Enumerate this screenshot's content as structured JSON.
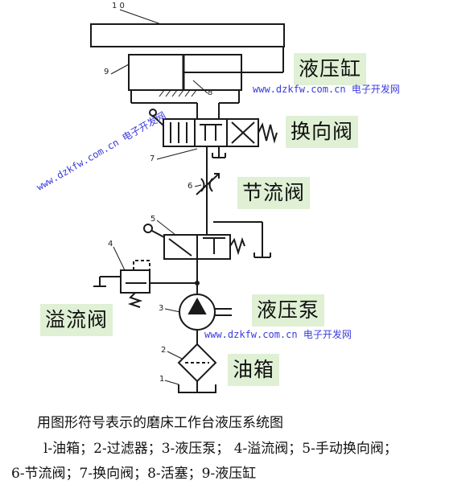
{
  "labels": {
    "cylinder": "液压缸",
    "directional_valve": "换向阀",
    "throttle_valve": "节流阀",
    "relief_valve": "溢流阀",
    "pump": "液压泵",
    "tank": "油箱"
  },
  "part_numbers": {
    "n1": "1",
    "n2": "2",
    "n3": "3",
    "n4": "4",
    "n5": "5",
    "n6": "6",
    "n7": "7",
    "n8": "8",
    "n9": "9",
    "n10": "1 0"
  },
  "watermark": {
    "url": "www.dzkfw.com.cn",
    "site": "电子开发网"
  },
  "caption": {
    "title": "用图形符号表示的磨床工作台液压系统图",
    "line1": "l-油箱；2-过滤器；3-液压泵；    4-溢流阀；5-手动换向阀；",
    "line2": "6-节流阀；7-换向阀；8-活塞；9-液压缸"
  },
  "colors": {
    "label_bg": "#dff0d4",
    "watermark": "#3a3adf",
    "line": "#1a1a1a"
  }
}
